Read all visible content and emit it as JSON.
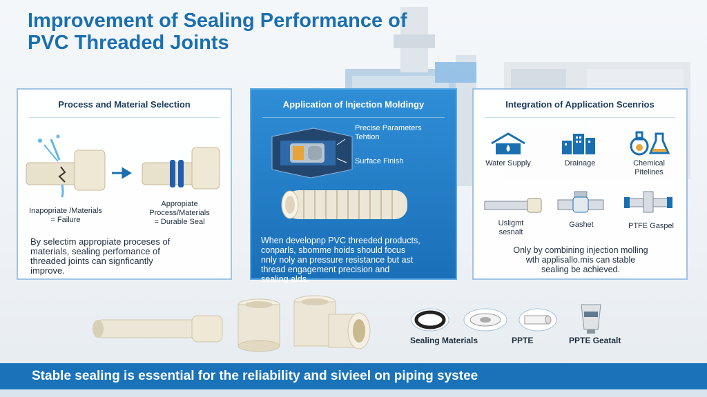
{
  "title": {
    "line1": "Improvement of Sealing Performance of",
    "line2": "PVC Threaded Joints"
  },
  "panel1": {
    "heading": "Process and Material Selection",
    "left_label_1": "Inapopriate /Materials",
    "left_label_2": "= Failure",
    "right_label_1": "Appropiate",
    "right_label_2": "Process/Materials",
    "right_label_3": "= Durable Seal",
    "text_1": "By selectim appropiate proceses of",
    "text_2": "materials, sealing perfomance of",
    "text_3": "threaded joints  can  signficantly",
    "text_4": "improve."
  },
  "panel2": {
    "heading": "Application of Injection Moldingy",
    "param_1": "Precise Parameters",
    "param_2": "Tehtion",
    "param_3": "Surface Finish",
    "text_1": "When developnp PVC threeded products,",
    "text_2": "conparls, sbomme hoids should focus",
    "text_3": "nnly noly an pressure resistance but ast",
    "text_4": "thread engagement precision and",
    "text_5": "sealing alds."
  },
  "panel3": {
    "heading": "Integration of Application Scenrios",
    "scenario_1": "Water Supply",
    "scenario_2": "Drainage",
    "scenario_3_1": "Chemical",
    "scenario_3_2": "Pitelines",
    "part_1_1": "Usligmt",
    "part_1_2": "sesnalt",
    "part_2": "Gashet",
    "part_3": "PTFE Gaspel",
    "text_1": "Only by combining injection molling",
    "text_2": "wth applisallo.mis can stable",
    "text_3": "sealing be achieved."
  },
  "products": {
    "label_1": "Sealing Materials",
    "label_2": "PPTE",
    "label_3": "PPTE Geatalt"
  },
  "footer": "Stable sealing is essential for the reliability and sivieel on piping systee",
  "colors": {
    "accent": "#1a73b8",
    "title": "#1a6fb0",
    "panel_border": "#9fc4e4"
  }
}
